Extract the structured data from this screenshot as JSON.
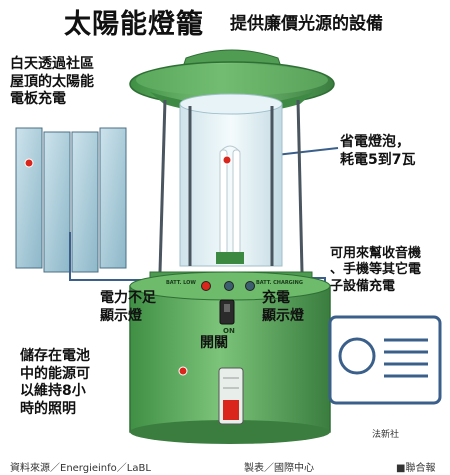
{
  "header": {
    "title": "太陽能燈籠",
    "subtitle": "提供廉價光源的設備"
  },
  "callouts": {
    "solar_panel": "白天透過社區\n屋頂的太陽能\n電板充電",
    "bulb": "省電燈泡，\n耗電5到7瓦",
    "charging_devices": "可用來幫收音機\n、手機等其它電\n子設備充電",
    "batt_low_indicator": "電力不足\n顯示燈",
    "charging_indicator": "充電\n顯示燈",
    "switch": "開關",
    "battery": "儲存在電池\n中的能源可\n以維持8小\n時的照明"
  },
  "panel_labels": {
    "batt_low": "BATT. LOW",
    "batt_charging": "BATT. CHARGING",
    "on": "ON"
  },
  "credits": {
    "source": "資料來源／Energieinfo／LaBL",
    "chart": "製表／國際中心",
    "publisher": "■聯合報",
    "agency": "法新社"
  },
  "colors": {
    "lantern_green": "#5aa85a",
    "lantern_dark": "#2f6f35",
    "glass": "#dfeef3",
    "panel_blue": "#a9ccd9",
    "leader_blue": "#3a5f8a",
    "indicator_red": "#d9251c"
  }
}
